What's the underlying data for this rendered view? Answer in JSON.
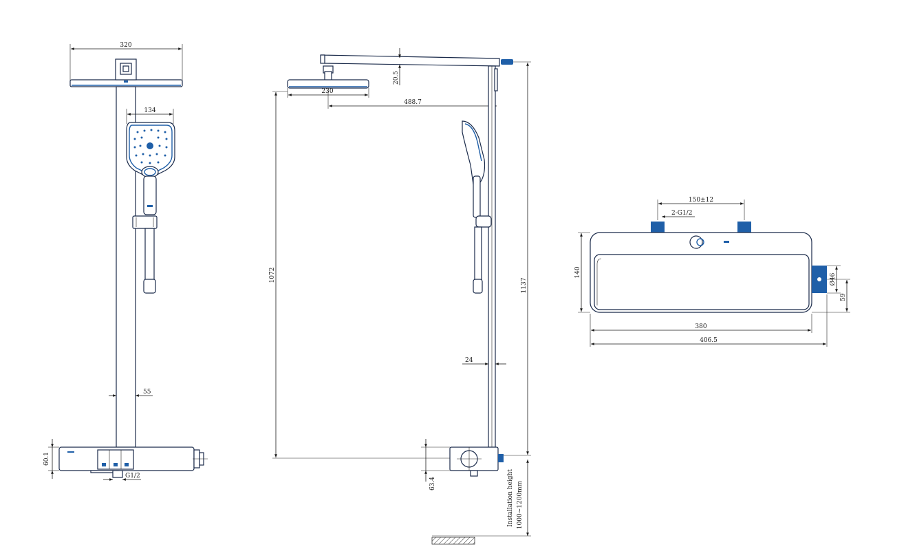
{
  "colors": {
    "accent": "#1f5fa8",
    "line": "#1a1a1a",
    "background": "#ffffff"
  },
  "front_view": {
    "width_label": "320",
    "handshower_width_label": "134",
    "pipe_label": "55",
    "valve_height_label": "60.1",
    "inlet_label": "G1/2"
  },
  "side_view": {
    "head_label": "230",
    "arm_thickness_label": "20.5",
    "reach_label": "488.7",
    "rail_label": "24",
    "valve_depth_label": "63.4",
    "height_1072_label": "1072",
    "height_1137_label": "1137",
    "installation_label": "Installation height",
    "installation_range_label": "1000~1200mm"
  },
  "valve_view": {
    "inlet_spacing_label": "150±12",
    "inlet_thread_label": "2-G1/2",
    "height_label": "140",
    "diameter_label": "Ø46",
    "outlet_label": "59",
    "width_380_label": "380",
    "width_406_label": "406.5"
  }
}
